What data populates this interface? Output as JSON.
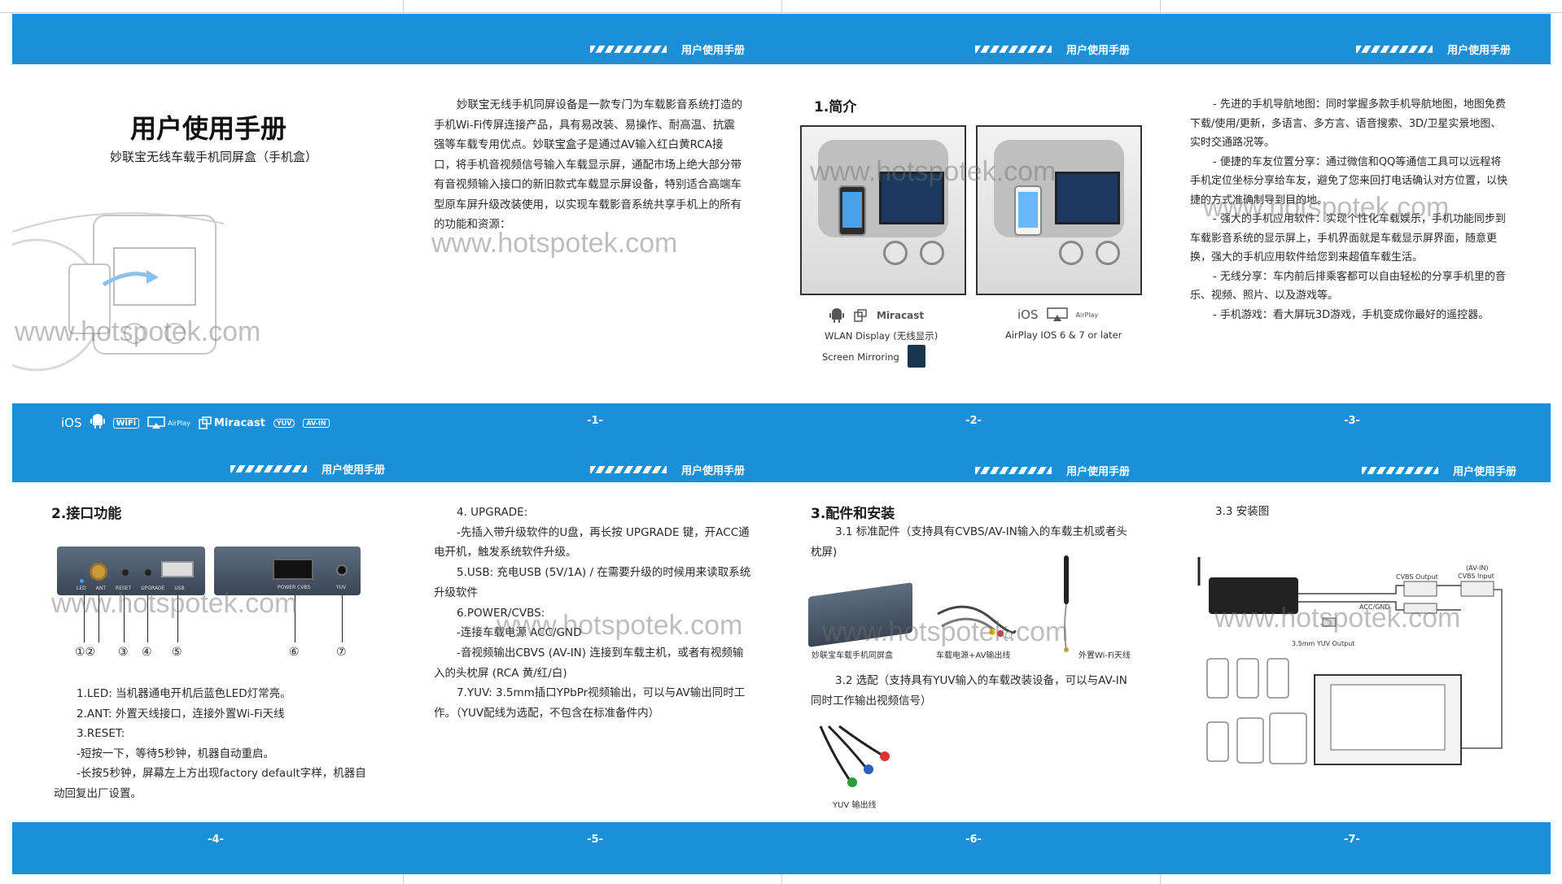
{
  "header_title": "用户使用手册",
  "cover": {
    "title": "用户使用手册",
    "subtitle": "妙联宝无线车载手机同屏盒（手机盒）"
  },
  "watermark": "www.hotspotek.com",
  "page_numbers": [
    "-1-",
    "-2-",
    "-3-",
    "-4-",
    "-5-",
    "-6-",
    "-7-"
  ],
  "protocol_icons": {
    "ios": "iOS",
    "android": "android-icon",
    "wifi": "WiFi",
    "airplay": "AirPlay",
    "miracast": "Miracast",
    "yuv": "YUV",
    "avin": "AV-IN"
  },
  "page1": {
    "paragraph": "妙联宝无线手机同屏设备是一款专门为车载影音系统打造的手机Wi-Fi传屏连接产品，具有易改装、易操作、耐高温、抗震强等车载专用优点。妙联宝盒子是通过AV输入红白黄RCA接口，将手机音视频信号输入车载显示屏，通配市场上绝大部分带有音视频输入接口的新旧款式车载显示屏设备，特别适合高端车型原车屏升级改装使用，以实现车载影音系统共享手机上的所有的功能和资源："
  },
  "page2": {
    "section_title": "1.简介",
    "miracast_label": "Miracast",
    "wlan_display": "WLAN Display (无线显示)",
    "screen_mirroring": "Screen Mirroring",
    "ios_label": "iOS",
    "airplay_label": "AirPlay",
    "airplay_note": "AirPlay IOS 6 & 7 or later"
  },
  "page3": {
    "items": [
      "- 先进的手机导航地图：同时掌握多款手机导航地图，地图免费下载/使用/更新，多语言、多方言、语音搜索、3D/卫星实景地图、实时交通路况等。",
      "- 便捷的车友位置分享：通过微信和QQ等通信工具可以远程将手机定位坐标分享给车友，避免了您来回打电话确认对方位置，以快捷的方式准确制导到目的地。",
      "- 强大的手机应用软件：实现个性化车载娱乐，手机功能同步到车载影音系统的显示屏上，手机界面就是车载显示屏界面，随意更换，强大的手机应用软件给您到来超值车载生活。",
      "- 无线分享：车内前后排乘客都可以自由轻松的分享手机里的音乐、视频、照片、以及游戏等。",
      "- 手机游戏：看大屏玩3D游戏，手机变成你最好的遥控器。"
    ]
  },
  "page4": {
    "section_title": "2.接口功能",
    "port_labels": [
      "LED",
      "ANT",
      "RESET",
      "UPGRADE",
      "USB"
    ],
    "power_label": "POWER CVBS",
    "yuv_label": "YUV",
    "markers": [
      "①②",
      "③",
      "④",
      "⑤",
      "⑥",
      "⑦"
    ],
    "lines": [
      "1.LED: 当机器通电开机后蓝色LED灯常亮。",
      "2.ANT: 外置天线接口，连接外置Wi-Fi天线",
      "3.RESET:",
      "-短按一下，等待5秒钟，机器自动重启。",
      "-长按5秒钟，屏幕左上方出现factory default字样，机器自动回复出厂设置。"
    ]
  },
  "page5": {
    "lines": [
      "4. UPGRADE:",
      "-先插入带升级软件的U盘，再长按 UPGRADE 键，开ACC通电开机，触发系统软件升级。",
      "5.USB: 充电USB (5V/1A) / 在需要升级的时候用来读取系统升级软件",
      "6.POWER/CVBS:",
      "-连接车载电源 ACC/GND",
      "-音视频输出CBVS (AV-IN) 连接到车载主机，或者有视频输入的头枕屏 (RCA 黄/红/白)",
      "7.YUV: 3.5mm插口YPbPr视频输出，可以与AV输出同时工作。（YUV配线为选配，不包含在标准备件内）"
    ]
  },
  "page6": {
    "section_title": "3.配件和安装",
    "p31": "3.1 标准配件（支持具有CVBS/AV-IN输入的车载主机或者头枕屏)",
    "caption_box": "妙联宝车载手机同屏盒",
    "caption_cable": "车载电源+AV输出线",
    "caption_antenna": "外置Wi-Fi天线",
    "p32": "3.2 选配（支持具有YUV输入的车载改装设备，可以与AV-IN同时工作输出视频信号）",
    "caption_yuv": "YUV 输出线"
  },
  "page7": {
    "section_title": "3.3 安装图",
    "cvbs_output": "CVBS Output",
    "avin": "(AV-IN)",
    "cvbs_input": "CVBS Input",
    "acc_gnd": "ACC/GND",
    "yuv_output": "3.5mm YUV Output"
  },
  "colors": {
    "band": "#1b8fd8",
    "text": "#2a2a2a",
    "device": "#4a5666"
  }
}
